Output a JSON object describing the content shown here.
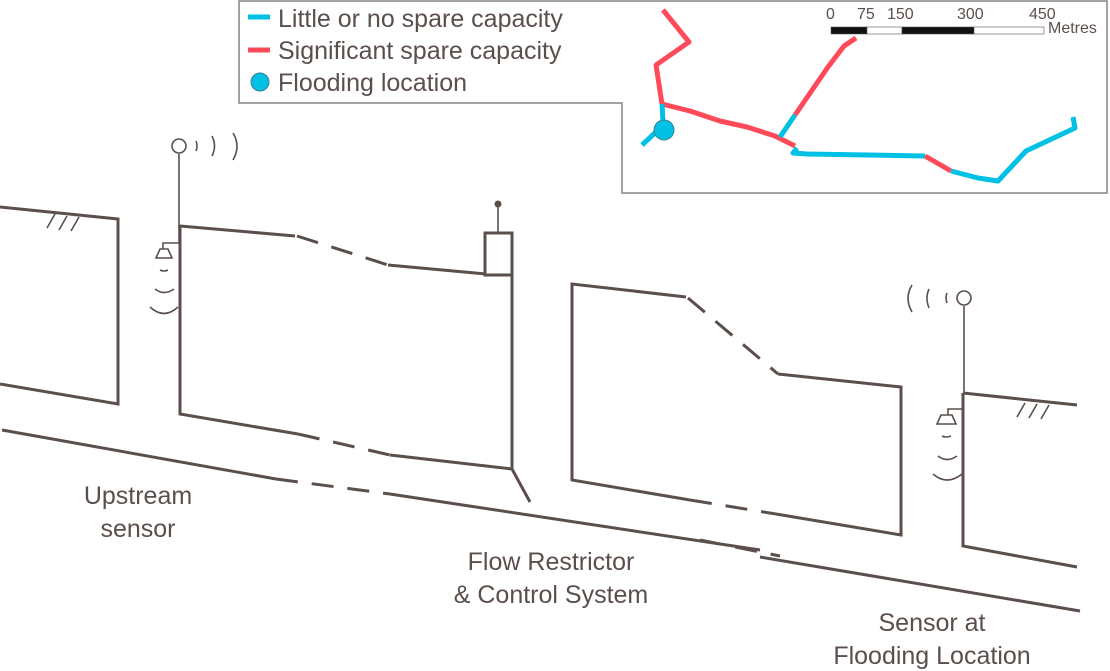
{
  "colors": {
    "line": "#5b4f4c",
    "little_capacity": "#00c0e4",
    "significant_capacity": "#ff4a5a",
    "frame": "#8a8280"
  },
  "legend": {
    "items": [
      {
        "symbol": "line",
        "color_key": "little_capacity",
        "label": "Little or no spare capacity"
      },
      {
        "symbol": "line",
        "color_key": "significant_capacity",
        "label": "Significant spare capacity"
      },
      {
        "symbol": "circle",
        "color_key": "little_capacity",
        "label": "Flooding location"
      }
    ]
  },
  "scale_bar": {
    "ticks": [
      "0",
      "75",
      "150",
      "300",
      "450"
    ],
    "unit": "Metres"
  },
  "labels": {
    "upstream_sensor": [
      "Upstream",
      "sensor"
    ],
    "flow_restrictor": [
      "Flow Restrictor",
      "& Control System"
    ],
    "flooding_sensor": [
      "Sensor at",
      "Flooding Location"
    ]
  }
}
